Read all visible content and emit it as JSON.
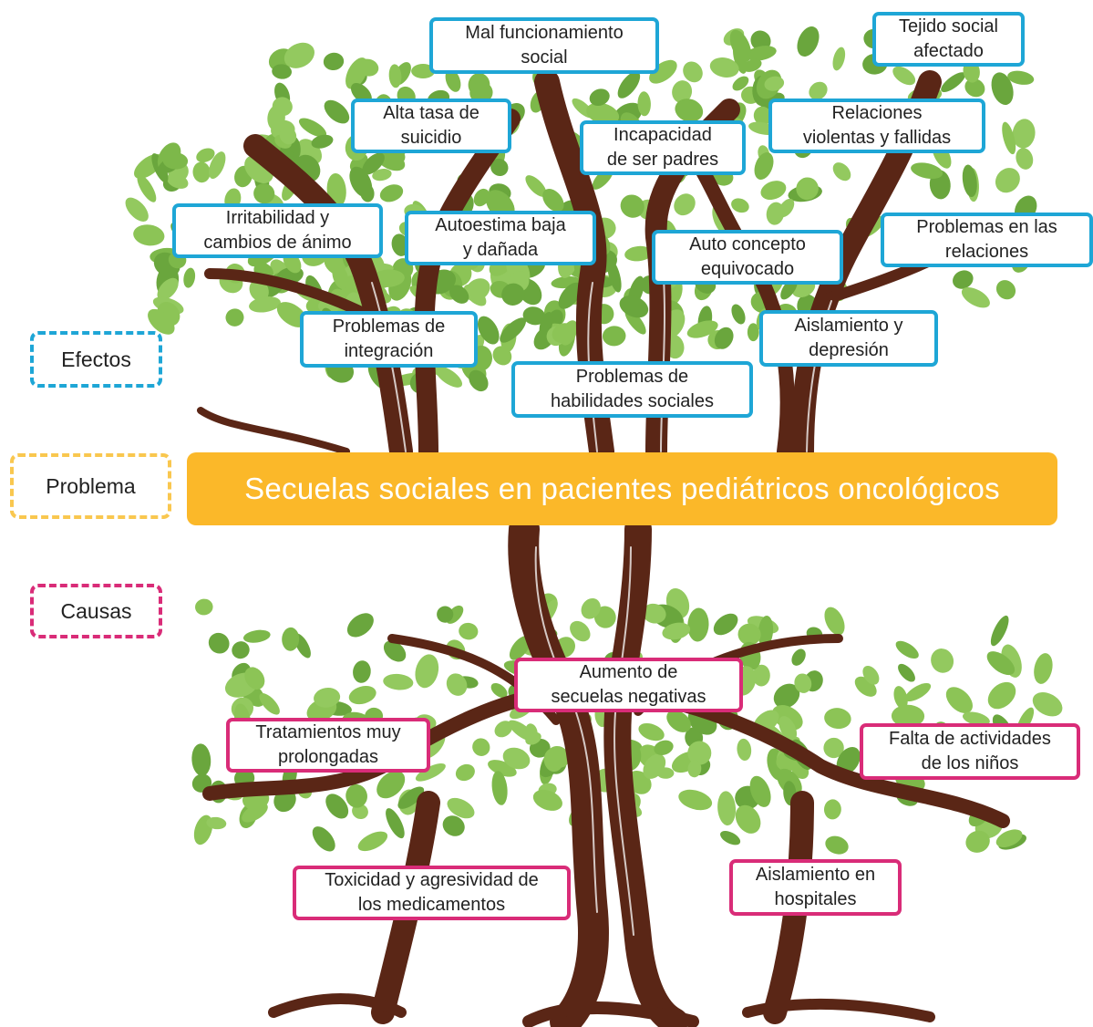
{
  "legend": {
    "effects": "Efectos",
    "problem": "Problema",
    "causes": "Causas"
  },
  "problem": "Secuelas sociales en pacientes pediátricos oncológicos",
  "effects": [
    "Mal funcionamiento\nsocial",
    "Tejido social\nafectado",
    "Alta tasa de\nsuicidio",
    "Incapacidad\nde ser padres",
    "Relaciones\nviolentas y fallidas",
    "Irritabilidad y\ncambios de ánimo",
    "Autoestima baja\ny dañada",
    "Auto concepto\nequivocado",
    "Problemas en las\nrelaciones",
    "Problemas de\nintegración",
    "Aislamiento y\ndepresión",
    "Problemas de\nhabilidades sociales"
  ],
  "causes": [
    "Aumento de\nsecuelas negativas",
    "Tratamientos muy\nprolongadas",
    "Falta de actividades\nde los niños",
    "Toxicidad y agresividad de\nlos medicamentos",
    "Aislamiento  en\nhospitales"
  ],
  "colors": {
    "effect_border": "#1ea6d6",
    "cause_border": "#d92c78",
    "problem_fill": "#fbb829",
    "problem_legend_border": "#f9c74f",
    "foliage": "#7db84a",
    "trunk": "#5a2616"
  }
}
